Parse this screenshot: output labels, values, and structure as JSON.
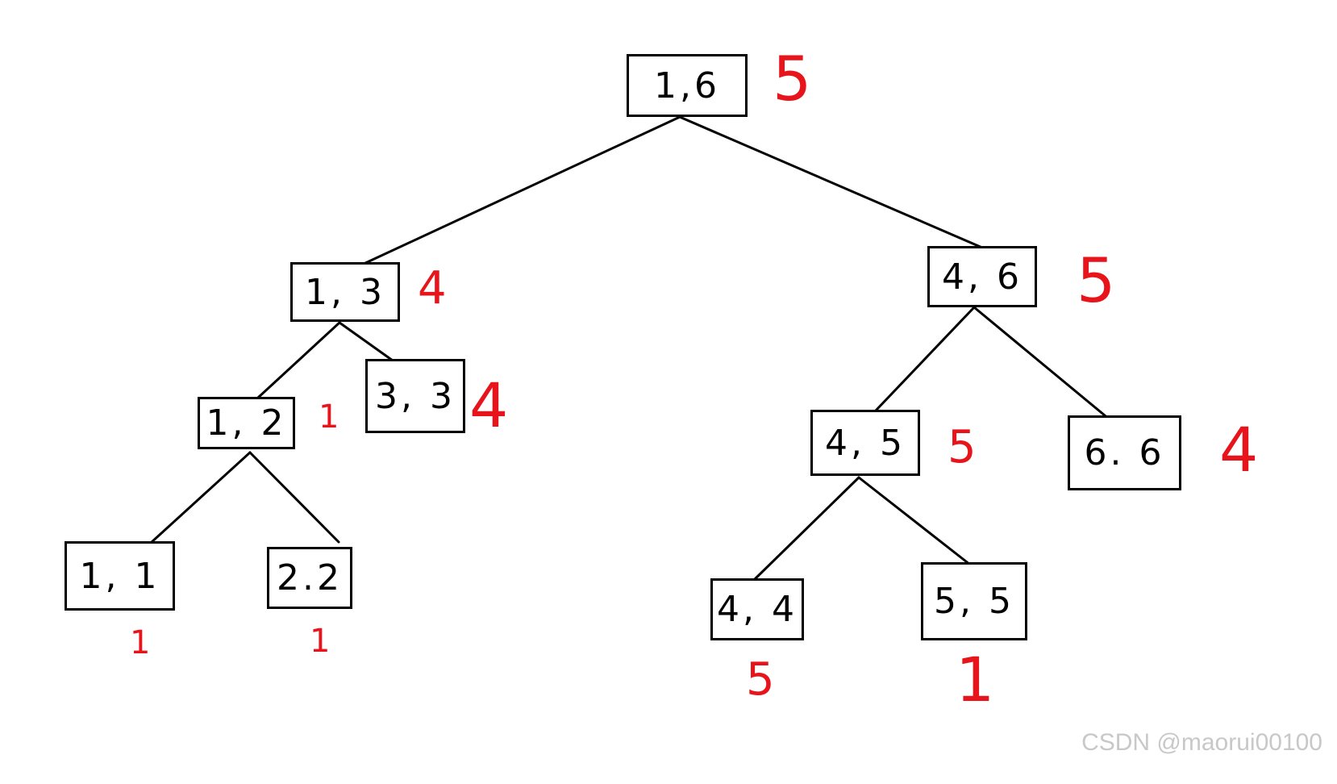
{
  "diagram": {
    "nodes": {
      "n16": {
        "range": "1,6",
        "value": "5"
      },
      "n13": {
        "range": "1, 3",
        "value": "4"
      },
      "n46": {
        "range": "4, 6",
        "value": "5"
      },
      "n12": {
        "range": "1, 2",
        "value": "1"
      },
      "n33": {
        "range": "3, 3",
        "value": "4"
      },
      "n45": {
        "range": "4, 5",
        "value": "5"
      },
      "n66": {
        "range": "6. 6",
        "value": "4"
      },
      "n11": {
        "range": "1, 1",
        "value": "1"
      },
      "n22": {
        "range": "2.2",
        "value": "1"
      },
      "n44": {
        "range": "4, 4",
        "value": "5"
      },
      "n55": {
        "range": "5, 5",
        "value": "1"
      }
    },
    "edges": [
      [
        "n16",
        "n13"
      ],
      [
        "n16",
        "n46"
      ],
      [
        "n13",
        "n12"
      ],
      [
        "n13",
        "n33"
      ],
      [
        "n12",
        "n11"
      ],
      [
        "n12",
        "n22"
      ],
      [
        "n46",
        "n45"
      ],
      [
        "n46",
        "n66"
      ],
      [
        "n45",
        "n44"
      ],
      [
        "n45",
        "n55"
      ]
    ],
    "colors": {
      "box": "#000000",
      "value": "#e8141b"
    }
  },
  "watermark": "CSDN @maorui00100"
}
